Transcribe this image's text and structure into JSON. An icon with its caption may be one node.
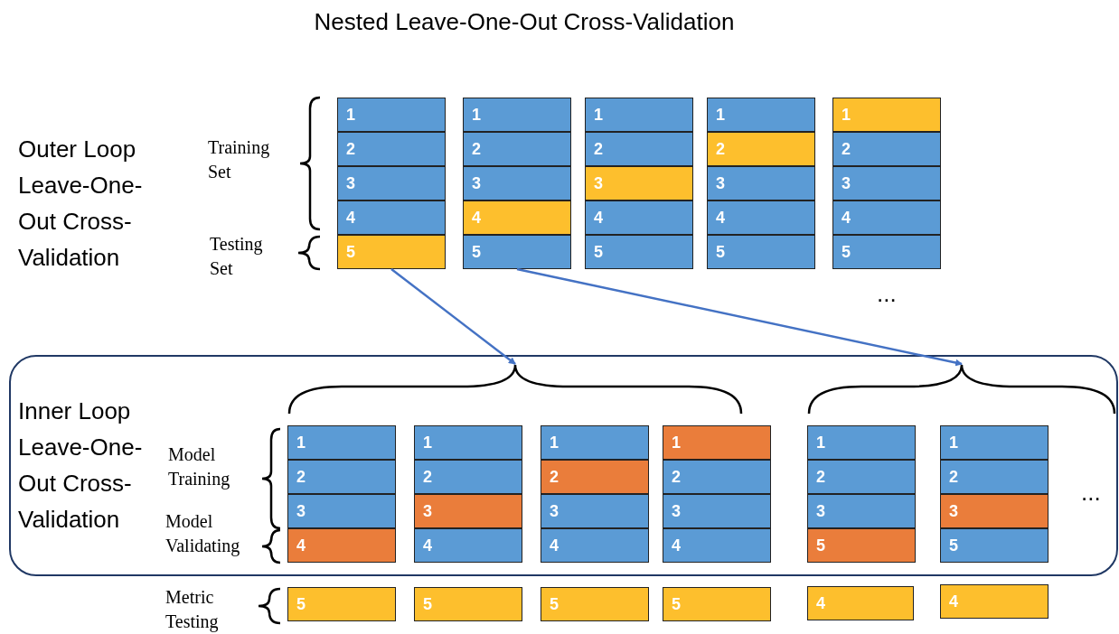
{
  "diagram": {
    "title": "Nested Leave-One-Out Cross-Validation",
    "nodes": [
      {
        "text": [
          "1"
        ]
      },
      {
        "text": [
          "2"
        ]
      },
      {
        "text": [
          "3"
        ]
      },
      {
        "text": [
          "4"
        ]
      },
      {
        "text": [
          "5"
        ]
      },
      {
        "text": [
          "1"
        ]
      },
      {
        "text": [
          "2"
        ]
      },
      {
        "text": [
          "3"
        ]
      },
      {
        "text": [
          "4"
        ]
      },
      {
        "text": [
          "5"
        ]
      },
      {
        "text": [
          "1"
        ]
      },
      {
        "text": [
          "2"
        ]
      },
      {
        "text": [
          "3"
        ]
      },
      {
        "text": [
          "4"
        ]
      },
      {
        "text": [
          "5"
        ]
      },
      {
        "text": [
          "1"
        ]
      },
      {
        "text": [
          "2"
        ]
      },
      {
        "text": [
          "3"
        ]
      },
      {
        "text": [
          "4"
        ]
      },
      {
        "text": [
          "5"
        ]
      },
      {
        "text": [
          "1"
        ]
      },
      {
        "text": [
          "2"
        ]
      },
      {
        "text": [
          "3"
        ]
      },
      {
        "text": [
          "4"
        ]
      },
      {
        "text": [
          "5"
        ]
      },
      {
        "text": [
          "Inner Loop Leave-One-Out Cross-Validation"
        ]
      },
      {
        "text": [],
        "shape": "bracket",
        "in": 25
      },
      {
        "text": [],
        "shape": "bracket",
        "in": 25
      },
      {
        "text": [
          "1"
        ],
        "in": 25
      },
      {
        "text": [
          "2"
        ],
        "in": 25
      },
      {
        "text": [
          "3"
        ],
        "in": 25
      },
      {
        "text": [
          "4"
        ],
        "in": 25
      },
      {
        "text": [
          "1"
        ],
        "in": 25
      },
      {
        "text": [
          "2"
        ],
        "in": 25
      },
      {
        "text": [
          "3"
        ],
        "in": 25
      },
      {
        "text": [
          "4"
        ],
        "in": 25
      },
      {
        "text": [
          "1"
        ],
        "in": 25
      },
      {
        "text": [
          "2"
        ],
        "in": 25
      },
      {
        "text": [
          "3"
        ],
        "in": 25
      },
      {
        "text": [
          "4"
        ],
        "in": 25
      },
      {
        "text": [
          "1"
        ],
        "in": 25
      },
      {
        "text": [
          "2"
        ],
        "in": 25
      },
      {
        "text": [
          "3"
        ],
        "in": 25
      },
      {
        "text": [
          "4"
        ],
        "in": 25
      },
      {
        "text": [
          "1"
        ],
        "in": 25
      },
      {
        "text": [
          "2"
        ],
        "in": 25
      },
      {
        "text": [
          "3"
        ],
        "in": 25
      },
      {
        "text": [
          "5"
        ],
        "in": 25
      },
      {
        "text": [
          "1"
        ],
        "in": 25
      },
      {
        "text": [
          "2"
        ],
        "in": 25
      },
      {
        "text": [
          "3"
        ],
        "in": 25
      },
      {
        "text": [
          "5"
        ],
        "in": 25
      },
      {
        "text": [
          "5"
        ]
      },
      {
        "text": [
          "5"
        ]
      },
      {
        "text": [
          "5"
        ]
      },
      {
        "text": [
          "5"
        ]
      },
      {
        "text": [
          "4"
        ]
      },
      {
        "text": [
          "4"
        ]
      }
    ],
    "edges": [
      {
        "from": 4,
        "to": 26,
        "arrow": "to"
      },
      {
        "from": 9,
        "to": 27,
        "arrow": "to"
      }
    ],
    "labels": [
      "Outer Loop Leave-One-Out Cross-Validation",
      "Training Set",
      "Testing Set",
      "...",
      "Model Training",
      "Model Validating",
      "...",
      "Metric Testing"
    ]
  }
}
